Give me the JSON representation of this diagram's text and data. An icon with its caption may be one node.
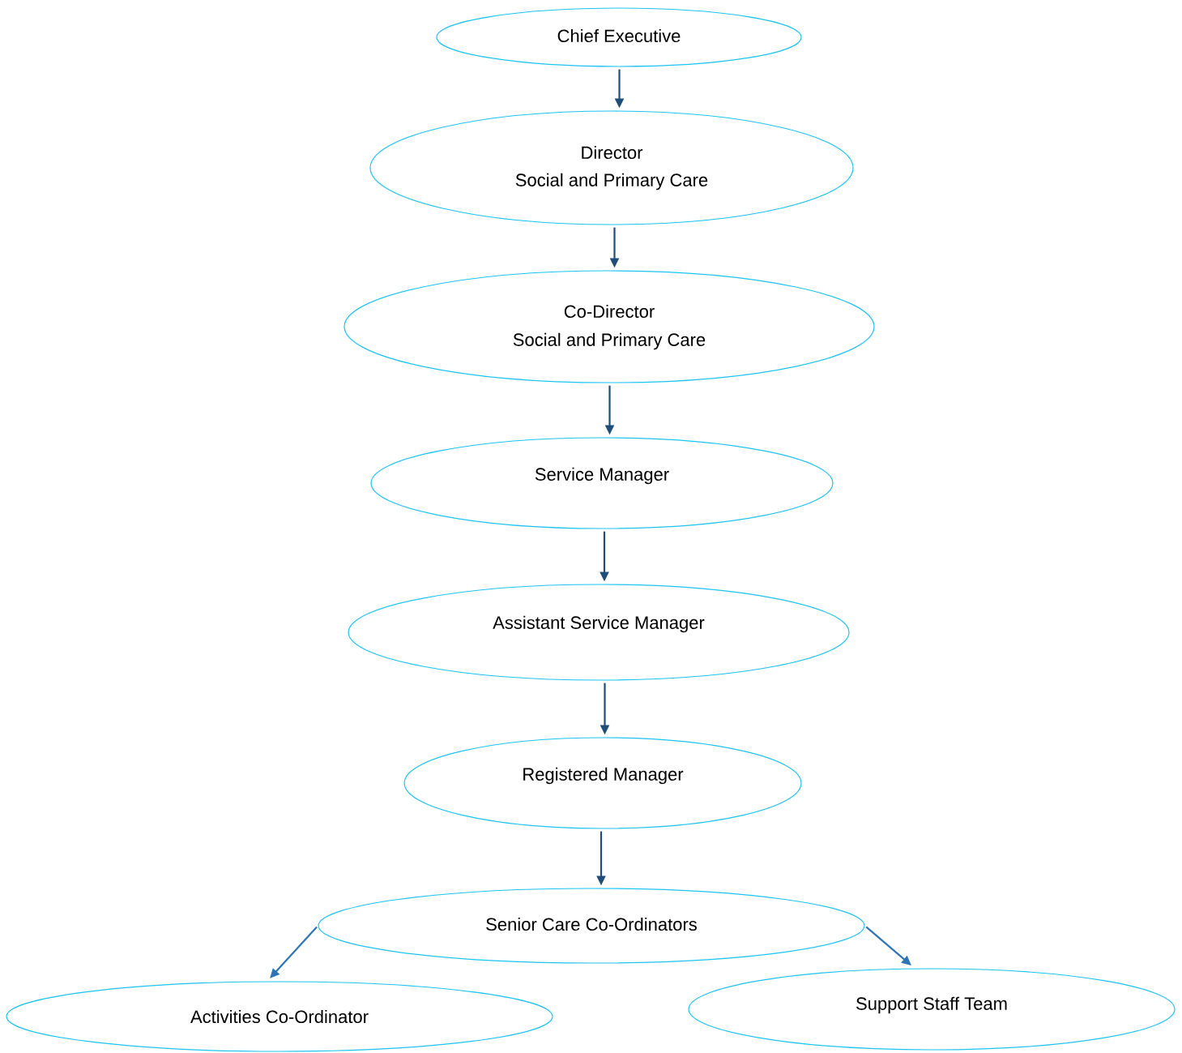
{
  "diagram": {
    "nodes": [
      {
        "text": [
          "Chief Executive"
        ]
      },
      {
        "text": [
          "Director",
          "Social and Primary Care"
        ]
      },
      {
        "text": [
          "Co-Director",
          "Social and Primary Care"
        ]
      },
      {
        "text": [
          "Service Manager"
        ]
      },
      {
        "text": [
          "Assistant Service Manager"
        ]
      },
      {
        "text": [
          "Registered Manager"
        ]
      },
      {
        "text": [
          "Senior Care Co-Ordinators"
        ]
      },
      {
        "text": [
          "Activities Co-Ordinator"
        ]
      },
      {
        "text": [
          "Support Staff Team"
        ]
      }
    ],
    "edges": [
      {
        "from": 0,
        "to": 1,
        "arrow": "to"
      },
      {
        "from": 1,
        "to": 2,
        "arrow": "to"
      },
      {
        "from": 2,
        "to": 3,
        "arrow": "to"
      },
      {
        "from": 3,
        "to": 4,
        "arrow": "to"
      },
      {
        "from": 4,
        "to": 5,
        "arrow": "to"
      },
      {
        "from": 5,
        "to": 6,
        "arrow": "to"
      },
      {
        "from": 6,
        "to": 7,
        "arrow": "to",
        "color": "#2e75b6"
      },
      {
        "from": 6,
        "to": 8,
        "arrow": "to",
        "color": "#2e75b6"
      }
    ]
  }
}
